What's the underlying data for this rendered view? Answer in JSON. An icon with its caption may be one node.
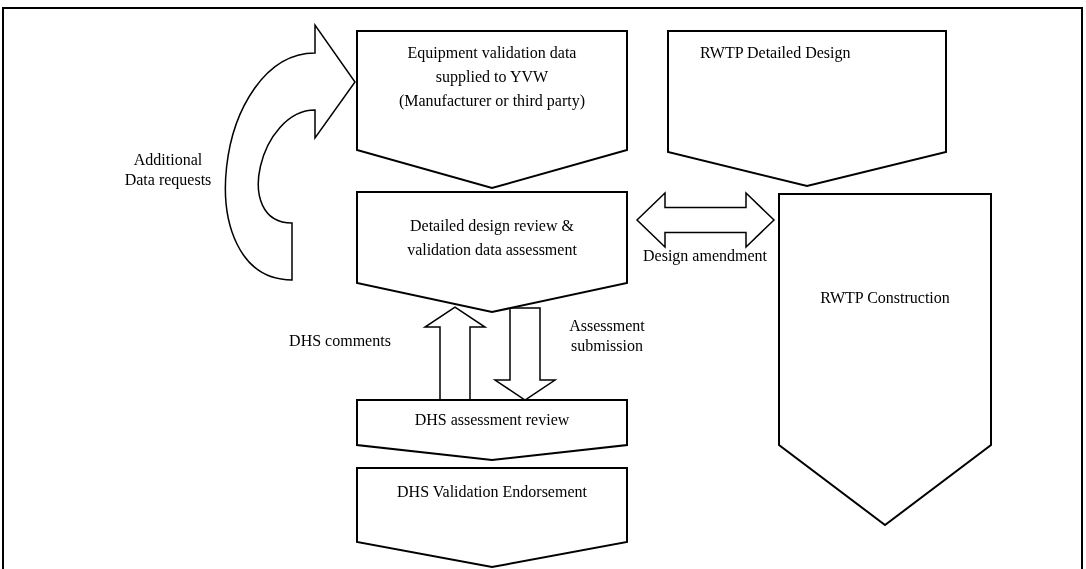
{
  "diagram": {
    "nodes": [
      {
        "text": [
          "Equipment validation data supplied to YVW (Manufacturer or third party)"
        ]
      },
      {
        "text": [
          "RWTP Detailed Design"
        ]
      },
      {
        "text": [
          "Detailed design review & validation data assessment"
        ]
      },
      {
        "text": [
          "RWTP Construction"
        ]
      },
      {
        "text": [
          "DHS assessment review"
        ]
      },
      {
        "text": [
          "DHS Validation Endorsement"
        ]
      }
    ],
    "edges": [
      {
        "from": 2,
        "to": 0,
        "arrow": "to",
        "label": "Additional Data requests"
      },
      {
        "from": 2,
        "to": 3,
        "arrow": "both",
        "label": "Design amendment"
      },
      {
        "from": 4,
        "to": 2,
        "arrow": "to",
        "label": "DHS comments"
      },
      {
        "from": 2,
        "to": 4,
        "arrow": "to",
        "label": "Assessment submission"
      }
    ]
  }
}
